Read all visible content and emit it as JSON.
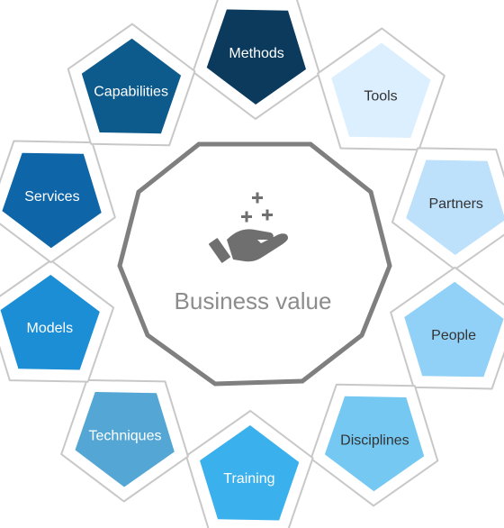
{
  "center": {
    "label": "Business value",
    "icon": "hand-sparkles-icon"
  },
  "nodes": [
    {
      "id": "methods",
      "label": "Methods",
      "fill": "#0b3a5c",
      "text": "#ffffff"
    },
    {
      "id": "tools",
      "label": "Tools",
      "fill": "#dcefff",
      "text": "#333333"
    },
    {
      "id": "partners",
      "label": "Partners",
      "fill": "#bde0fb",
      "text": "#333333"
    },
    {
      "id": "people",
      "label": "People",
      "fill": "#92d1f7",
      "text": "#333333"
    },
    {
      "id": "disciplines",
      "label": "Disciplines",
      "fill": "#74c8f2",
      "text": "#333333"
    },
    {
      "id": "training",
      "label": "Training",
      "fill": "#3ab0ec",
      "text": "#ffffff"
    },
    {
      "id": "techniques",
      "label": "Techniques",
      "fill": "#54a6d4",
      "text": "#ffffff"
    },
    {
      "id": "models",
      "label": "Models",
      "fill": "#1b8ed6",
      "text": "#ffffff"
    },
    {
      "id": "services",
      "label": "Services",
      "fill": "#0e65a7",
      "text": "#ffffff"
    },
    {
      "id": "capabilities",
      "label": "Capabilities",
      "fill": "#0d5a8c",
      "text": "#ffffff"
    }
  ],
  "colors": {
    "outline": "#7f7f7f",
    "frame": "#c8c8c8",
    "center_text": "#8c8c8c",
    "icon": "#6f6f6f"
  }
}
